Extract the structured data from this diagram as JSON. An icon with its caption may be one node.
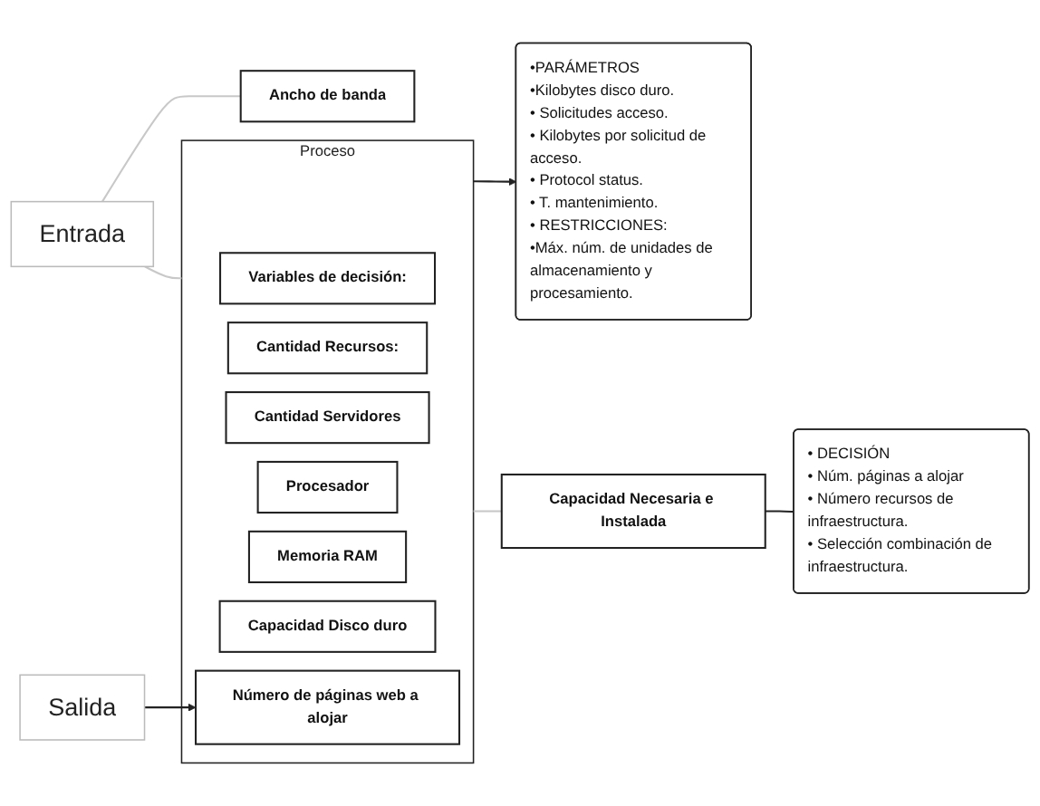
{
  "diagram": {
    "nodes": [
      {
        "text": [
          "Entrada"
        ]
      },
      {
        "text": [
          "•PARÁMETROS",
          "•Kilobytes disco duro.",
          "• Solicitudes acceso.",
          "• Kilobytes por solicitud de acceso.",
          "• Protocol status.",
          "• T. mantenimiento.",
          "• RESTRICCIONES:",
          "•Máx. núm. de unidades de almacenamiento y procesamiento."
        ]
      },
      {
        "text": [
          "Ancho de banda"
        ]
      },
      {
        "text": [
          "Proceso"
        ]
      },
      {
        "text": [
          "Variables de decisión:"
        ],
        "in": 3
      },
      {
        "text": [
          "Cantidad Recursos:"
        ],
        "in": 3
      },
      {
        "text": [
          "Cantidad Servidores"
        ],
        "in": 3
      },
      {
        "text": [
          "Procesador"
        ],
        "in": 3
      },
      {
        "text": [
          "Memoria RAM"
        ],
        "in": 3
      },
      {
        "text": [
          "Capacidad Disco duro"
        ],
        "in": 3
      },
      {
        "text": [
          "Número de páginas web a alojar"
        ],
        "in": 3
      },
      {
        "text": [
          "Capacidad Necesaria e Instalada"
        ]
      },
      {
        "text": [
          "• DECISIÓN",
          "• Núm. páginas a alojar",
          "• Número recursos de infraestructura.",
          "• Selección combinación de infraestructura."
        ]
      },
      {
        "text": [
          "Salida"
        ]
      }
    ],
    "edges": [
      {
        "from": 0,
        "to": 2,
        "arrow": "none",
        "color": "#c8c8c8"
      },
      {
        "from": 0,
        "to": 3,
        "arrow": "none",
        "color": "#c8c8c8"
      },
      {
        "from": 3,
        "to": 1,
        "arrow": "to",
        "color": "#222222"
      },
      {
        "from": 3,
        "to": 11,
        "arrow": "none",
        "color": "#c8c8c8"
      },
      {
        "from": 11,
        "to": 12,
        "arrow": "none",
        "color": "#222222"
      },
      {
        "from": 13,
        "to": 10,
        "arrow": "to",
        "color": "#222222"
      }
    ]
  }
}
